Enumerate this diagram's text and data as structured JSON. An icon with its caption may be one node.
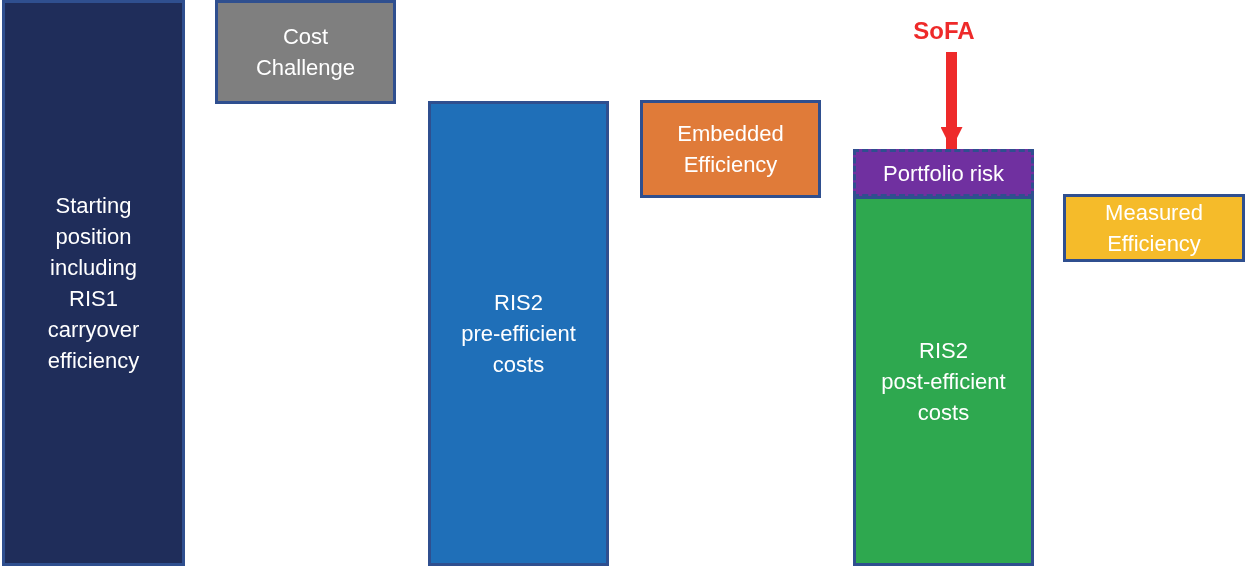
{
  "diagram": {
    "nodes": [
      {
        "text": [
          "Starting position including RIS1 carryover efficiency"
        ]
      },
      {
        "text": [
          "Cost Challenge"
        ]
      },
      {
        "text": [
          "RIS2 pre-efficient costs"
        ]
      },
      {
        "text": [
          "Embedded Efficiency"
        ]
      },
      {
        "text": [
          "SoFA"
        ]
      },
      {
        "text": [
          "Portfolio risk"
        ]
      },
      {
        "text": [
          "RIS2 post-efficient costs"
        ]
      },
      {
        "text": [
          "Measured Efficiency"
        ]
      }
    ],
    "edges": [
      {
        "from": 4,
        "to": 5,
        "arrow": "to",
        "color": "#ee2a2a"
      }
    ]
  }
}
